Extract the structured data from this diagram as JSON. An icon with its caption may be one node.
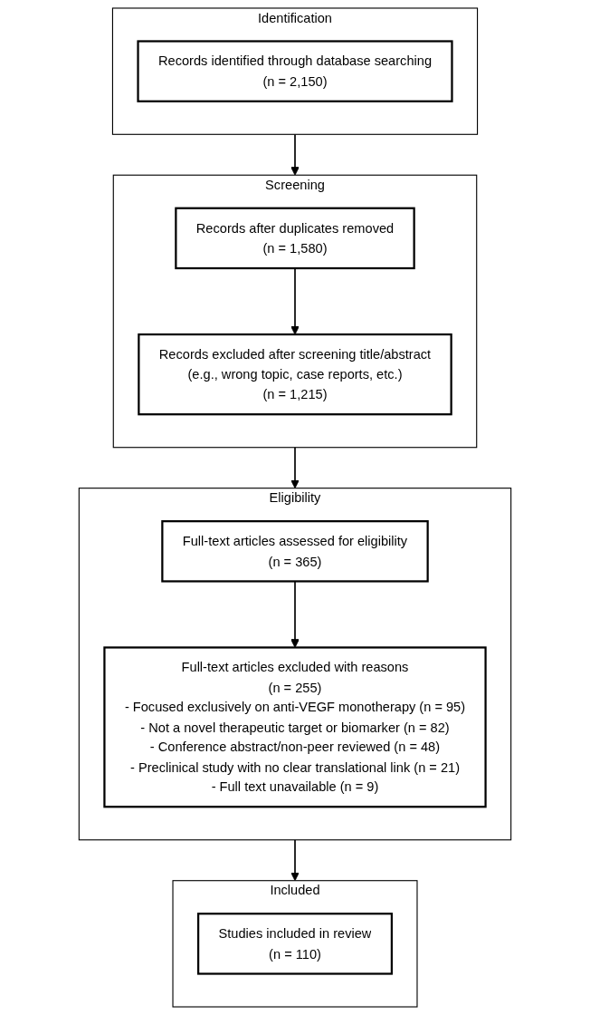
{
  "diagram": {
    "nodes": [
      {
        "text": [
          "Identification"
        ]
      },
      {
        "text": [
          "Records identified through database searching",
          "(n = 2,150)"
        ],
        "in": 0
      },
      {
        "text": [
          "Screening"
        ]
      },
      {
        "text": [
          "Records after duplicates removed",
          "(n = 1,580)"
        ],
        "in": 2
      },
      {
        "text": [
          "Records excluded after screening title/abstract",
          "(e.g., wrong topic, case reports, etc.)",
          "(n = 1,215)"
        ],
        "in": 2
      },
      {
        "text": [
          "Eligibility"
        ]
      },
      {
        "text": [
          "Full-text articles assessed for eligibility",
          "(n = 365)"
        ],
        "in": 5
      },
      {
        "text": [
          "Full-text articles excluded with reasons",
          "(n = 255)",
          "- Focused exclusively on anti-VEGF monotherapy (n = 95)",
          "- Not a novel therapeutic target or biomarker (n = 82)",
          "- Conference abstract/non-peer reviewed (n = 48)",
          "- Preclinical study with no clear translational link (n = 21)",
          "- Full text unavailable (n = 9)"
        ],
        "in": 5
      },
      {
        "text": [
          "Included"
        ]
      },
      {
        "text": [
          "Studies included in review",
          "(n = 110)"
        ],
        "in": 8
      }
    ],
    "edges": [
      {
        "from": 0,
        "to": 2,
        "arrow": "to"
      },
      {
        "from": 3,
        "to": 4,
        "arrow": "to"
      },
      {
        "from": 2,
        "to": 5,
        "arrow": "to"
      },
      {
        "from": 6,
        "to": 7,
        "arrow": "to"
      },
      {
        "from": 5,
        "to": 8,
        "arrow": "to"
      }
    ]
  }
}
